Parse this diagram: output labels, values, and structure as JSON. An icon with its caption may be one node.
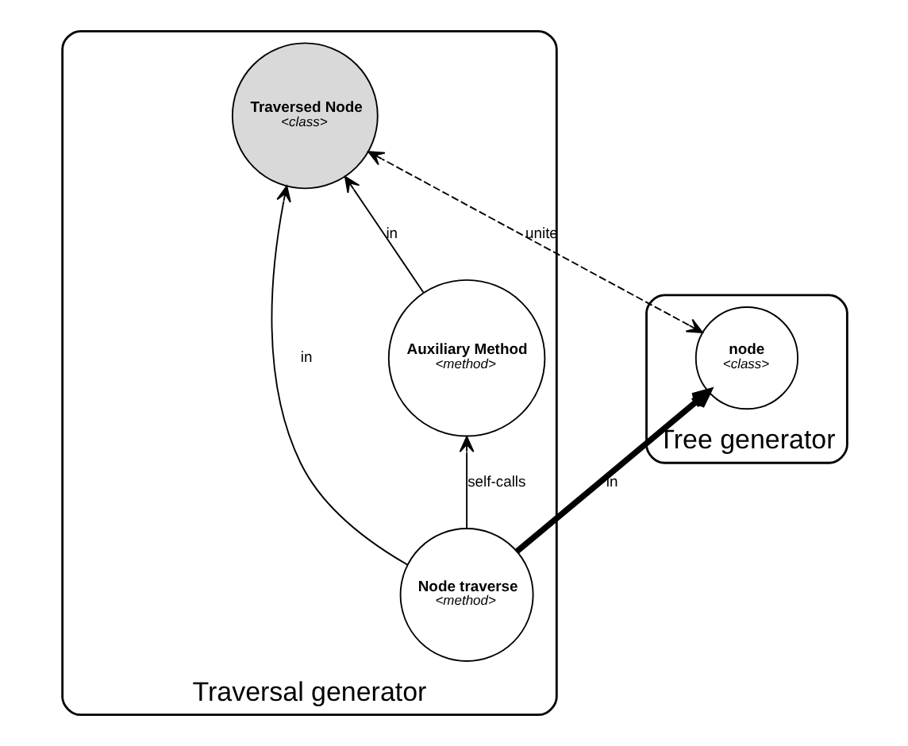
{
  "diagram": {
    "nodes": [
      {
        "text": [
          "Tree generator"
        ]
      },
      {
        "text": [
          "node",
          "<class>"
        ],
        "in": 0
      },
      {
        "text": [
          "Traversal generator"
        ]
      },
      {
        "text": [
          "Traversed Node",
          "<class>"
        ],
        "in": 2
      },
      {
        "text": [
          "Node traverse",
          "<method>"
        ],
        "in": 2
      },
      {
        "text": [
          "Auxiliary Method",
          "<method>"
        ],
        "in": 2
      }
    ],
    "edges": [
      {
        "from": 1,
        "to": 3,
        "arrow": "both",
        "label": "unite",
        "style": "dashed"
      },
      {
        "from": 4,
        "to": 1,
        "arrow": "to",
        "label": "in",
        "style": "thick"
      },
      {
        "from": 4,
        "to": 3,
        "arrow": "to",
        "label": "in"
      },
      {
        "from": 5,
        "to": 3,
        "arrow": "to",
        "label": "in"
      },
      {
        "from": 4,
        "to": 5,
        "arrow": "to",
        "label": "self-calls"
      }
    ]
  }
}
